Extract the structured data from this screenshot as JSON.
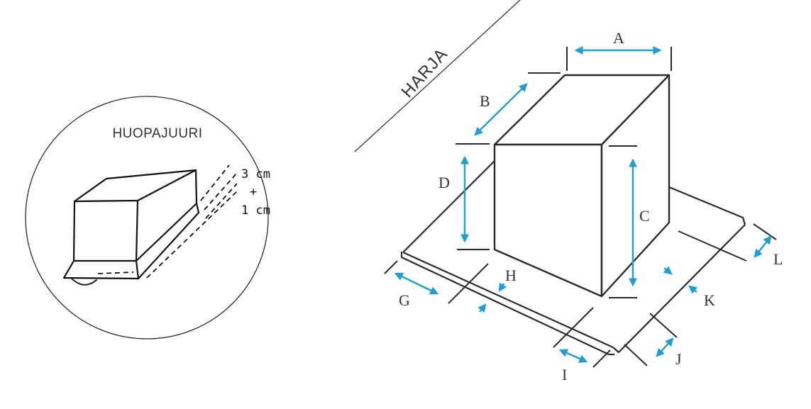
{
  "left_panel": {
    "title": "HUOPAJUURI",
    "dim_top": "3 cm",
    "dim_plus": "+",
    "dim_bottom": "1 cm"
  },
  "right_panel": {
    "ridge_label": "HARJA",
    "dimension_labels": {
      "A": "A",
      "B": "B",
      "C": "C",
      "D": "D",
      "G": "G",
      "H": "H",
      "I": "I",
      "J": "J",
      "K": "K",
      "L": "L"
    }
  },
  "colors": {
    "line": "#2a2a2a",
    "arrow": "#1a9fd8",
    "text": "#333333"
  }
}
